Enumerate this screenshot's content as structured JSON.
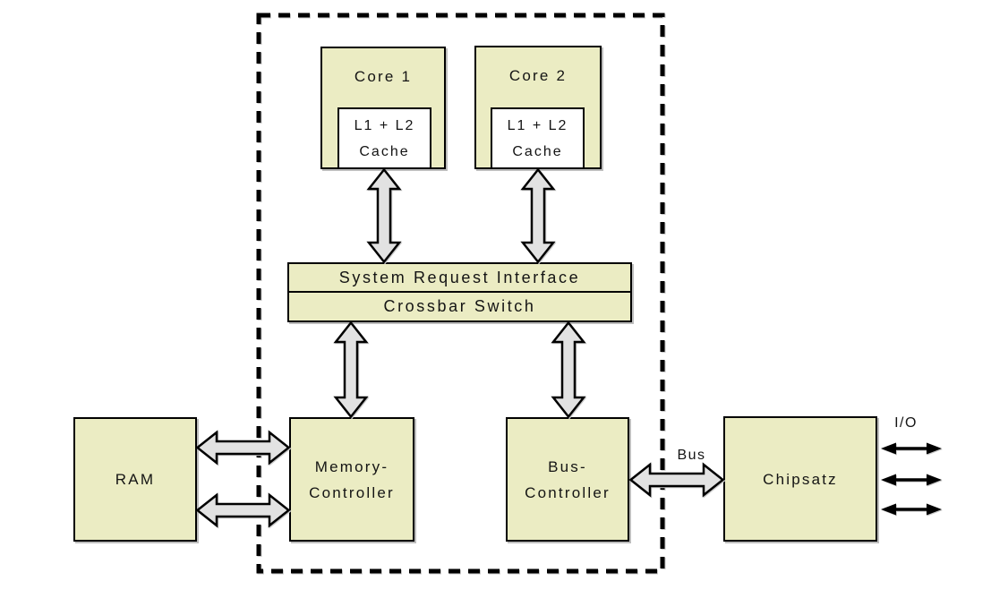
{
  "colors": {
    "box_fill": "#ebecc3",
    "cache_fill": "#ffffff",
    "arrow_fill": "#e2e2e2",
    "ink": "#000000",
    "background": "#ffffff"
  },
  "blocks": {
    "core1": "Core 1",
    "core2": "Core 2",
    "cache_line1": "L1 + L2",
    "cache_line2": "Cache",
    "sri": "System Request Interface",
    "crossbar": "Crossbar Switch",
    "ram": "RAM",
    "memory_controller_line1": "Memory-",
    "memory_controller_line2": "Controller",
    "bus_controller_line1": "Bus-",
    "bus_controller_line2": "Controller",
    "chipsatz": "Chipsatz"
  },
  "labels": {
    "bus": "Bus",
    "io": "I/O"
  },
  "connections": [
    {
      "from": "L1 + L2 Cache (Core 1)",
      "to": "System Request Interface",
      "type": "double-arrow"
    },
    {
      "from": "L1 + L2 Cache (Core 2)",
      "to": "System Request Interface",
      "type": "double-arrow"
    },
    {
      "from": "Crossbar Switch",
      "to": "Memory-Controller",
      "type": "double-arrow"
    },
    {
      "from": "Crossbar Switch",
      "to": "Bus-Controller",
      "type": "double-arrow"
    },
    {
      "from": "RAM",
      "to": "Memory-Controller",
      "type": "double-arrow"
    },
    {
      "from": "RAM",
      "to": "Memory-Controller",
      "type": "double-arrow"
    },
    {
      "from": "Bus-Controller",
      "to": "Chipsatz",
      "type": "double-arrow",
      "label": "Bus"
    },
    {
      "from": "Chipsatz",
      "to": "I/O",
      "type": "thin-double-arrow",
      "count": 3
    }
  ]
}
